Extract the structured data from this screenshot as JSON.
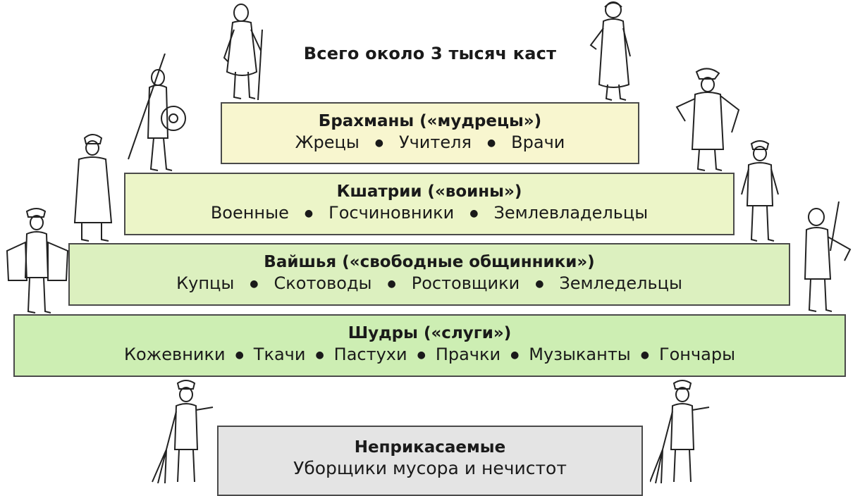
{
  "caption": "Всего около 3 тысяч каст",
  "tiers": [
    {
      "title": "Брахманы («мудрецы»)",
      "items": [
        "Жрецы",
        "Учителя",
        "Врачи"
      ],
      "color": "#f8f6cf"
    },
    {
      "title": "Кшатрии («воины»)",
      "items": [
        "Военные",
        "Госчиновники",
        "Землевладельцы"
      ],
      "color": "#ecf5c8"
    },
    {
      "title": "Вайшья («свободные общинники»)",
      "items": [
        "Купцы",
        "Скотоводы",
        "Ростовщики",
        "Земледельцы"
      ],
      "color": "#dcf0bf"
    },
    {
      "title": "Шудры («слуги»)",
      "items": [
        "Кожевники",
        "Ткачи",
        "Пастухи",
        "Прачки",
        "Музыканты",
        "Гончары"
      ],
      "color": "#cdeeb3"
    },
    {
      "title": "Неприкасаемые",
      "items": [
        "Уборщики мусора и нечистот"
      ],
      "color": "#e4e4e4"
    }
  ],
  "figures": [
    "priest-figure",
    "noble-figure",
    "warrior-figure",
    "official-figure",
    "merchant-figure",
    "landowner-figure",
    "cloth-seller-figure",
    "musician-figure",
    "sweeper-figure",
    "sweeper-figure"
  ]
}
